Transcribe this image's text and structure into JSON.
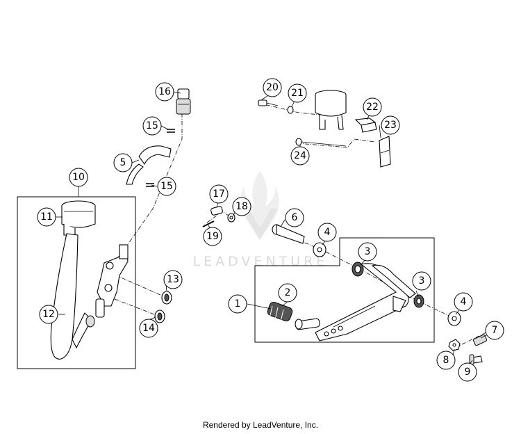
{
  "watermark": "LEADVENTURE",
  "footer": "Rendered by LeadVenture, Inc.",
  "callouts": {
    "c1": "1",
    "c2": "2",
    "c3a": "3",
    "c3b": "3",
    "c4a": "4",
    "c4b": "4",
    "c5": "5",
    "c6": "6",
    "c7": "7",
    "c8": "8",
    "c9": "9",
    "c10": "10",
    "c11": "11",
    "c12": "12",
    "c13": "13",
    "c14": "14",
    "c15a": "15",
    "c15b": "15",
    "c16": "16",
    "c17": "17",
    "c18": "18",
    "c19": "19",
    "c20": "20",
    "c21": "21",
    "c22": "22",
    "c23": "23",
    "c24": "24"
  }
}
